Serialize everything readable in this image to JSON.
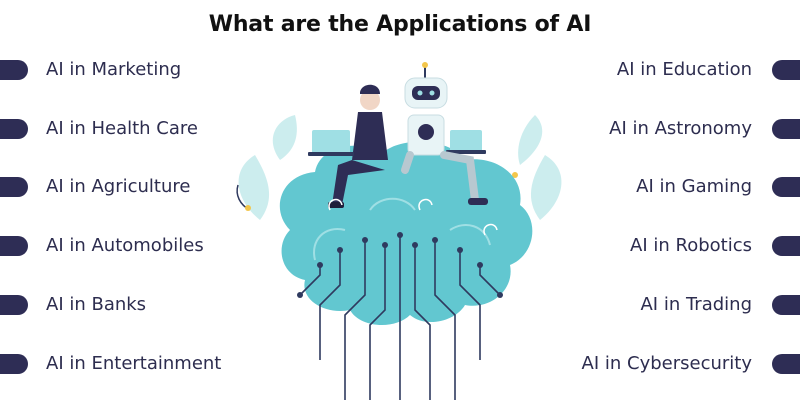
{
  "title": "What are the Applications of AI",
  "left_items": [
    {
      "label": "AI in Marketing"
    },
    {
      "label": "AI in Health Care"
    },
    {
      "label": "AI in Agriculture"
    },
    {
      "label": "AI in Automobiles"
    },
    {
      "label": "AI in Banks"
    },
    {
      "label": "AI in Entertainment"
    }
  ],
  "right_items": [
    {
      "label": "AI in Education"
    },
    {
      "label": "AI in Astronomy"
    },
    {
      "label": "AI in Gaming"
    },
    {
      "label": "AI in Robotics"
    },
    {
      "label": "AI in Trading"
    },
    {
      "label": "AI in Cybersecurity"
    }
  ],
  "colors": {
    "pill": "#2e2d55",
    "brain": "#62c7d0",
    "brain_light": "#9fdfe4",
    "circuit": "#2f3a5f",
    "leaf": "#8fd3d8",
    "accent_yellow": "#f3c64b"
  },
  "icons": {
    "illustration": "ai-brain-tree-illustration",
    "person": "person-with-laptop-icon",
    "robot": "robot-with-laptop-icon"
  }
}
